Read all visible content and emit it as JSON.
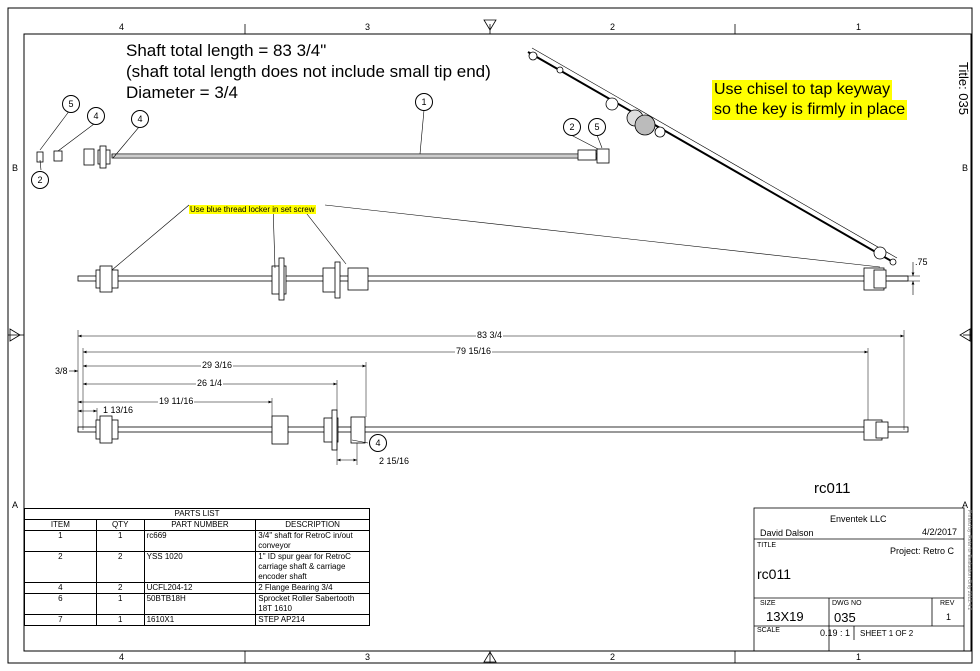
{
  "zones": {
    "top": [
      "4",
      "3",
      "2",
      "1"
    ],
    "bottom": [
      "4",
      "3",
      "2",
      "1"
    ],
    "left": [
      "B",
      "A"
    ],
    "right": [
      "B",
      "A"
    ]
  },
  "side_title": "Title: 035",
  "side_small": "Printed by: Reta for Evaluation Only 2012.4.2",
  "notes": {
    "line1": "Shaft total length = 83 3/4\"",
    "line2": "(shaft total length does not include small tip end)",
    "line3": "Diameter = 3/4",
    "keyway1": "Use chisel to tap keyway",
    "keyway2": "so the key is firmly in place",
    "thread_locker": "Use blue thread locker in set screw"
  },
  "balloons": {
    "b1": "1",
    "b2a": "2",
    "b2b": "2",
    "b4a": "4",
    "b4b": "4",
    "b4c": "4",
    "b5a": "5",
    "b5b": "5"
  },
  "dimensions": {
    "d75": ".75",
    "total": "83 3/4",
    "d79": "79 15/16",
    "d29": "29 3/16",
    "d38": "3/8",
    "d26": "26 1/4",
    "d19": "19 11/16",
    "d113": "1 13/16",
    "d215": "2 15/16"
  },
  "part_label": "rc011",
  "parts_list": {
    "title": "PARTS LIST",
    "headers": [
      "ITEM",
      "QTY",
      "PART NUMBER",
      "DESCRIPTION"
    ],
    "rows": [
      {
        "item": "1",
        "qty": "1",
        "part": "rc669",
        "desc": "3/4\" shaft for RetroC in/out conveyor"
      },
      {
        "item": "2",
        "qty": "2",
        "part": "YSS 1020",
        "desc": "1\" ID spur gear for RetroC carriage shaft & carriage encoder shaft"
      },
      {
        "item": "4",
        "qty": "2",
        "part": "UCFL204-12",
        "desc": "2 Flange Bearing 3/4"
      },
      {
        "item": "6",
        "qty": "1",
        "part": "50BTB18H",
        "desc": "Sprocket Roller Sabertooth 18T 1610"
      },
      {
        "item": "7",
        "qty": "1",
        "part": "1610X1",
        "desc": "STEP AP214"
      }
    ]
  },
  "title_block": {
    "company": "Enventek LLC",
    "drawn_by": "David Dalson",
    "date": "4/2/2017",
    "title_label": "TITLE",
    "project": "Project: Retro C",
    "title": "rc011",
    "size_label": "SIZE",
    "size": "13X19",
    "dwg_label": "DWG NO",
    "dwg_no": "035",
    "rev_label": "REV",
    "rev": "1",
    "scale_label": "SCALE",
    "scale": "0.19 : 1",
    "sheet": "SHEET 1  OF 2"
  }
}
